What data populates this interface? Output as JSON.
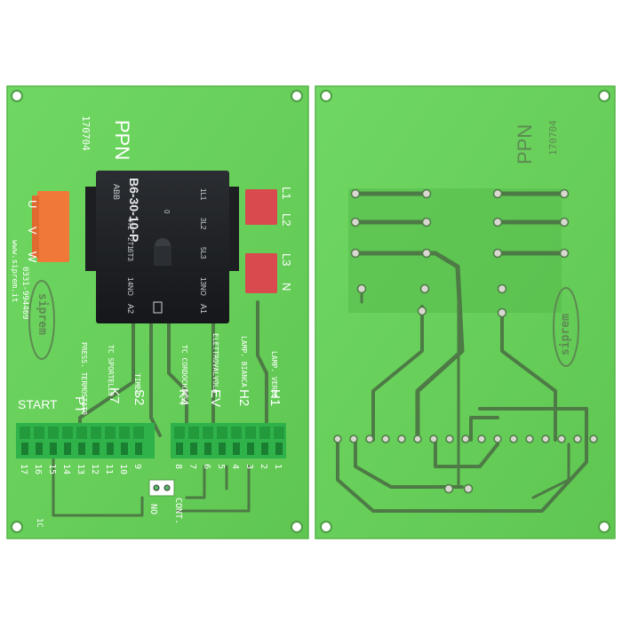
{
  "colors": {
    "board": "#69d05a",
    "board_edge": "#55b548",
    "trace": "#4d7a45",
    "relay": "#1c1e22",
    "terminal_block": "#2fb24a",
    "header_orange": "#f07838",
    "header_red": "#d94a4e",
    "silkscreen": "#ffffff"
  },
  "front_board": {
    "brand": "PPN",
    "code": "170704",
    "left_edge_text": [
      "www.siprem.it",
      "0331-994469"
    ],
    "logo": "siprem",
    "input_labels": [
      "U",
      "V",
      "W"
    ],
    "output_labels": [
      "L1",
      "L2",
      "L3",
      "N"
    ],
    "relay": {
      "maker": "ABB",
      "model": "B6-30-10-P",
      "pins": [
        "1L1",
        "3L2",
        "5L3",
        "2T1",
        "4T2",
        "6T3",
        "13NO",
        "14NO",
        "0",
        "A1",
        "A2"
      ]
    },
    "terminal_labels_rotated": [
      "PRESS. TERMOSTATO",
      "TC SPORTELLO",
      "TIMER",
      "TC CORDOCHIUSO",
      "ELETTROVALVOLA",
      "LAMP. BIANCA",
      "LAMP. VERDE"
    ],
    "group_labels": [
      "START",
      "PT",
      "K7",
      "S2",
      "K4",
      "EV",
      "H2",
      "H1"
    ],
    "terminal_numbers": [
      "17",
      "16",
      "15",
      "14",
      "13",
      "12",
      "11",
      "10",
      "9",
      "8",
      "7",
      "6",
      "5",
      "4",
      "3",
      "2",
      "1"
    ],
    "cont_label": "CONT.",
    "no_label": "NO",
    "corner_mark": "1C"
  },
  "back_board": {
    "brand": "PPN",
    "code": "170704",
    "logo": "siprem"
  }
}
